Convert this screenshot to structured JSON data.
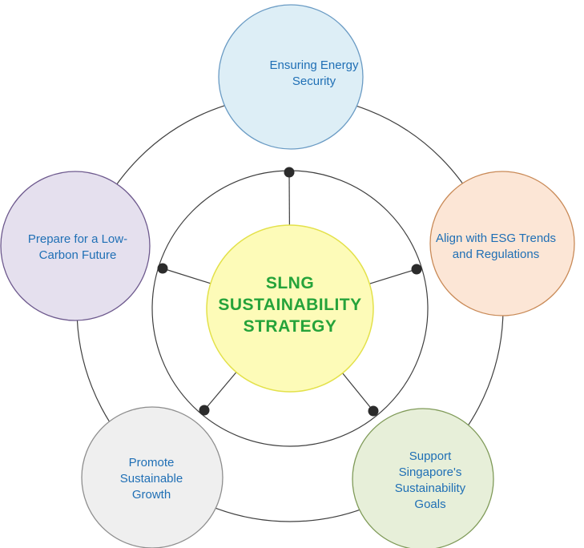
{
  "center": {
    "lines": [
      "SLNG",
      "SUSTAINABILITY",
      "STRATEGY"
    ],
    "fill": "#fdfbb8",
    "stroke": "#e3e14a",
    "text_color": "#25a33a"
  },
  "nodes": [
    {
      "id": "energy-security",
      "lines": [
        "Ensuring Energy",
        "Security"
      ],
      "fill": "#ddeef6",
      "stroke": "#6a9bc4"
    },
    {
      "id": "esg-trends",
      "lines": [
        "Align with ESG Trends",
        "and Regulations"
      ],
      "fill": "#fce6d6",
      "stroke": "#c98a57"
    },
    {
      "id": "singapore-goals",
      "lines": [
        "Support",
        "Singapore's",
        "Sustainability",
        "Goals"
      ],
      "fill": "#e7efd9",
      "stroke": "#7f9a58"
    },
    {
      "id": "sustainable-growth",
      "lines": [
        "Promote",
        "Sustainable",
        "Growth"
      ],
      "fill": "#efefef",
      "stroke": "#8e8e8e"
    },
    {
      "id": "low-carbon",
      "lines": [
        "Prepare for a Low-",
        "Carbon Future"
      ],
      "fill": "#e5e0ee",
      "stroke": "#6e5a8e"
    }
  ],
  "text_color": "#1f6fb5",
  "line_color": "#3f3f3f"
}
